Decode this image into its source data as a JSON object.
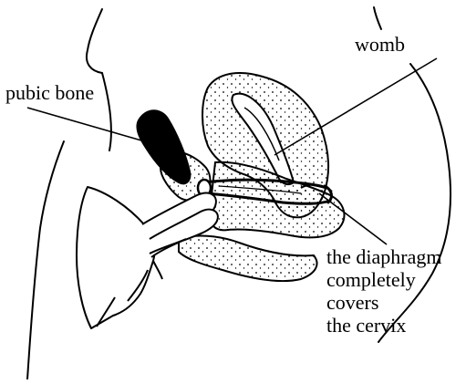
{
  "labels": {
    "pubic_bone": "pubic bone",
    "womb": "womb",
    "diaphragm_lines": [
      "the diaphragm",
      "completely",
      "covers",
      "the cervix"
    ]
  },
  "colors": {
    "ink": "#000000",
    "background": "#ffffff"
  }
}
